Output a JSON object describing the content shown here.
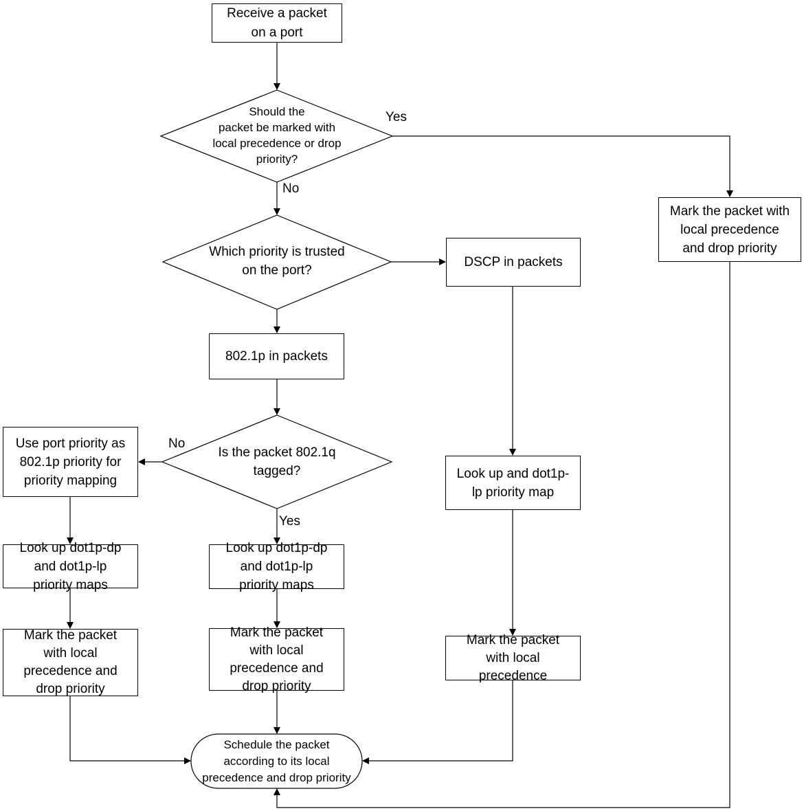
{
  "nodes": {
    "receive": "Receive a packet\non a port",
    "should_mark": "Should the\npacket be marked with\nlocal precedence or drop\npriority?",
    "mark_local_drop_right": "Mark the packet with\nlocal precedence\nand drop priority",
    "which_priority": "Which priority is trusted\non the port?",
    "dscp": "DSCP in packets",
    "dot1p": "802.1p in packets",
    "tagged": "Is the packet 802.1q\ntagged?",
    "use_port_priority": "Use port priority as\n802.1p priority for\npriority mapping",
    "lookup_left": "Look up dot1p-dp\nand dot1p-lp\npriority maps",
    "lookup_mid": "Look up dot1p-dp\nand dot1p-lp\npriority maps",
    "lookup_dscp": "Look up and dot1p-\nlp priority map",
    "mark_left": "Mark the packet\nwith local\nprecedence and\ndrop priority",
    "mark_mid": "Mark the packet\nwith local\nprecedence and\ndrop priority",
    "mark_local_dscp": "Mark the packet\nwith local\nprecedence",
    "schedule": "Schedule the packet\naccording to its local\nprecedence and drop priority"
  },
  "edge_labels": {
    "should_yes": "Yes",
    "should_no": "No",
    "tagged_no": "No",
    "tagged_yes": "Yes"
  }
}
